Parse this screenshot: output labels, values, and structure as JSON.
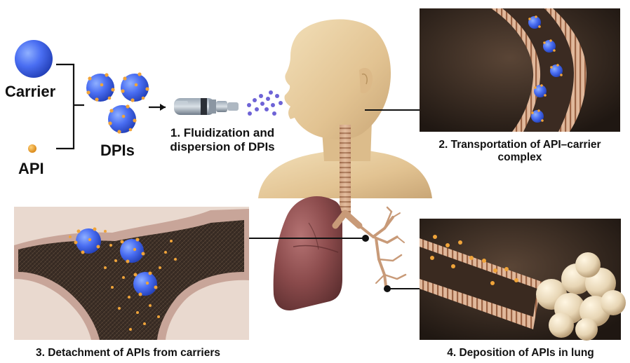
{
  "legend": {
    "carrier": "Carrier",
    "api": "API",
    "dpis": "DPIs"
  },
  "steps": [
    {
      "line1": "1. Fluidization and",
      "line2": "dispersion of DPIs"
    },
    {
      "line1": "2. Transportation of API–carrier",
      "line2": "complex"
    },
    {
      "line1": "3. Detachment of APIs from carriers",
      "line2": ""
    },
    {
      "line1": "4. Deposition of APIs in lung",
      "line2": ""
    }
  ],
  "colors": {
    "carrier": "#3b5fe0",
    "api": "#f0a43a",
    "skin": "#e7c99a",
    "lung": "#7f3d3f",
    "airway": "#d7aa86",
    "panel_bg": "#31261f",
    "alveoli": "#eadbc0"
  }
}
